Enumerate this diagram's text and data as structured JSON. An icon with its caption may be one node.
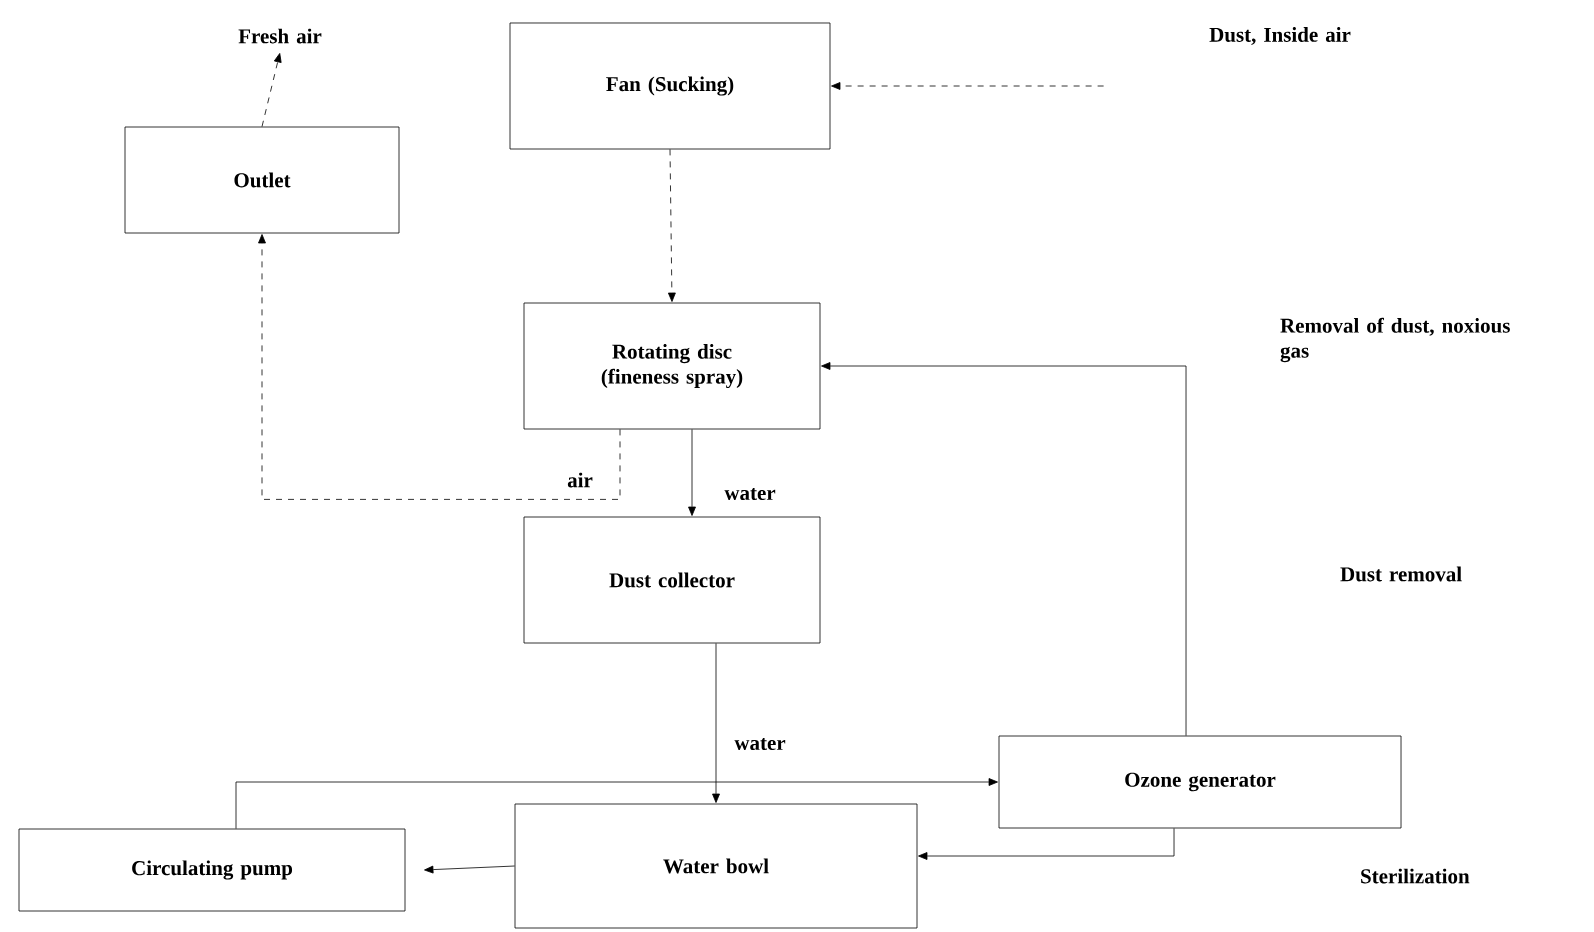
{
  "diagram": {
    "nodes": [
      {
        "text": [
          "Fresh air"
        ]
      },
      {
        "text": [
          "Fan (Sucking)"
        ]
      },
      {
        "text": [
          "Dust, Inside air"
        ]
      },
      {
        "text": [
          "Outlet"
        ]
      },
      {
        "text": [
          "Rotating disc (fineness spray)"
        ]
      },
      {
        "text": [
          "Dust collector"
        ]
      },
      {
        "text": [
          "Ozone generator"
        ]
      },
      {
        "text": [
          "Circulating pump"
        ]
      },
      {
        "text": [
          "Water bowl"
        ]
      }
    ],
    "edges": [
      {
        "from": 3,
        "to": 0,
        "arrow": "to",
        "style": "dashed"
      },
      {
        "from": 2,
        "to": 1,
        "arrow": "to",
        "style": "dashed"
      },
      {
        "from": 1,
        "to": 4,
        "arrow": "to",
        "style": "dashed"
      },
      {
        "from": 4,
        "to": 3,
        "arrow": "to",
        "style": "dashed",
        "label": "air"
      },
      {
        "from": 4,
        "to": 5,
        "arrow": "to",
        "label": "water"
      },
      {
        "from": 5,
        "to": 8,
        "arrow": "to",
        "label": "water"
      },
      {
        "from": 7,
        "to": 6,
        "arrow": "to"
      },
      {
        "from": 6,
        "to": 4,
        "arrow": "to"
      },
      {
        "from": 6,
        "to": 8,
        "arrow": "to"
      },
      {
        "from": 8,
        "to": 7,
        "arrow": "to"
      }
    ],
    "labels": [
      "Removal of dust, noxious gas",
      "Dust removal",
      "Sterilization"
    ]
  }
}
